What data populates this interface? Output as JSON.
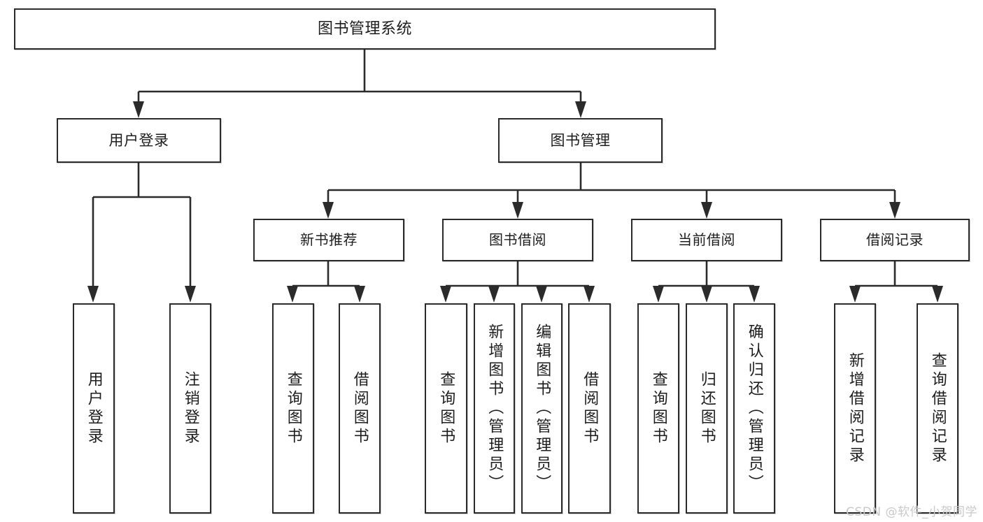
{
  "diagram": {
    "title": "图书管理系统",
    "type": "tree",
    "watermark": "CSDN @软件_小贺同学",
    "colors": {
      "box_border": "#2b2b2b",
      "box_fill": "#ffffff",
      "line": "#2b2b2b",
      "text": "#1d1d1d",
      "watermark": "#c9c9c9",
      "background": "#ffffff"
    },
    "root": {
      "label": "图书管理系统"
    },
    "level2": [
      {
        "label": "用户登录"
      },
      {
        "label": "图书管理"
      }
    ],
    "level3": [
      {
        "label": "新书推荐"
      },
      {
        "label": "图书借阅"
      },
      {
        "label": "当前借阅"
      },
      {
        "label": "借阅记录"
      }
    ],
    "leaves": {
      "user_login": [
        {
          "label": "用户登录"
        },
        {
          "label": "注销登录"
        }
      ],
      "new_book_recommend": [
        {
          "label": "查询图书"
        },
        {
          "label": "借阅图书"
        }
      ],
      "book_borrow": [
        {
          "label": "查询图书"
        },
        {
          "label": "新增图书（管理员）"
        },
        {
          "label": "编辑图书（管理员）"
        },
        {
          "label": "借阅图书"
        }
      ],
      "current_borrow": [
        {
          "label": "查询图书"
        },
        {
          "label": "归还图书"
        },
        {
          "label": "确认归还（管理员）"
        }
      ],
      "borrow_record": [
        {
          "label": "新增借阅记录"
        },
        {
          "label": "查询借阅记录"
        }
      ]
    }
  }
}
